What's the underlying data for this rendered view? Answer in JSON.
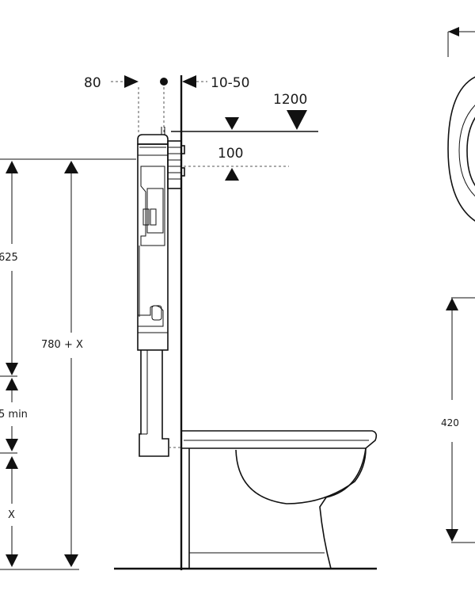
{
  "dimensions": {
    "wall_gap": "80",
    "wall_offset": "10-50",
    "top_height": "1200",
    "button_offset": "100",
    "tank_height": "625",
    "min_gap": "5 min",
    "total_height": "780 + X",
    "floor_gap": "X",
    "bowl_height": "420"
  }
}
